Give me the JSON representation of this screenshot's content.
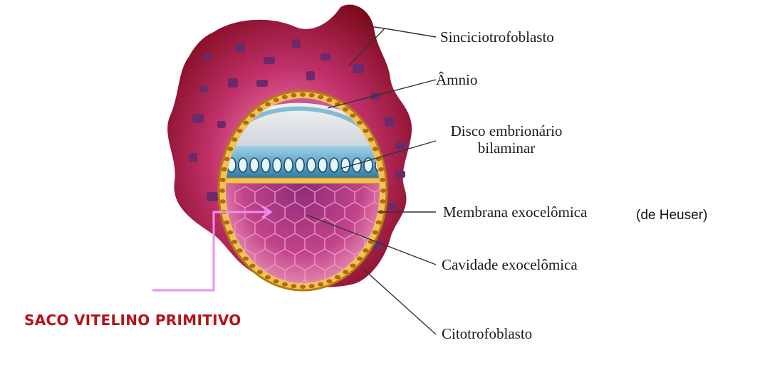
{
  "labels": {
    "sinciciotrofoblasto": "Sinciciotrofoblasto",
    "amnio": "Âmnio",
    "disco_line1": "Disco embrionário",
    "disco_line2": "bilaminar",
    "membrana": "Membrana exocelômica",
    "cavidade": "Cavidade exocelômica",
    "citotrofoblasto": "Citotrofoblasto"
  },
  "credit": "(de Heuser)",
  "callout": {
    "text": "SACO VITELINO PRIMITIVO",
    "text_color": "#b5121b",
    "arrow_color": "#f08ef0"
  },
  "colors": {
    "syncytio_outer": "#c0306a",
    "syncytio_inner": "#8c0a1e",
    "syncytio_spots": "#6b2a6a",
    "cytotrophoblast_ring": "#e0a020",
    "amnion_cavity": "#dfe4e8",
    "epiblast": "#2b7fa8",
    "yolk_sac": "#c2438a",
    "leader_line": "#333333"
  }
}
